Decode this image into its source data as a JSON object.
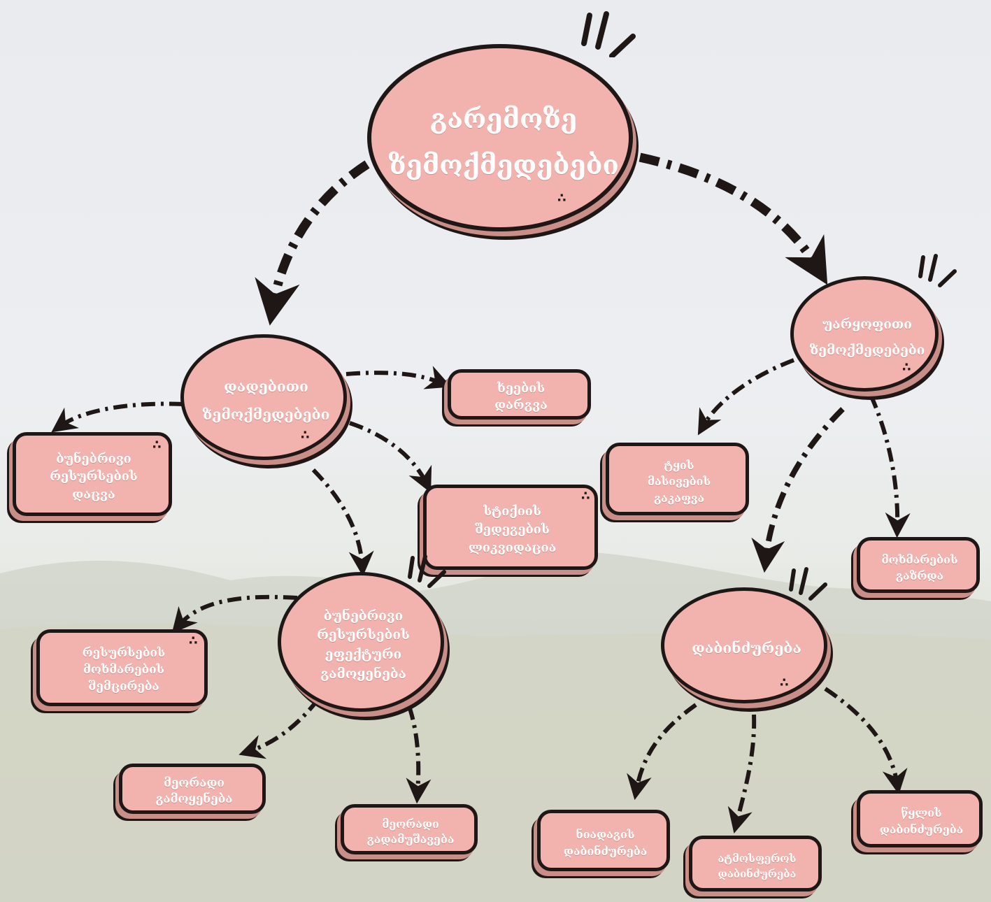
{
  "diagram": {
    "root": "გარემოზე\nზემოქმედებები",
    "positive": "დადებითი\nზემოქმედებები",
    "negative": "უარყოფითი\nზემოქმედებები",
    "tree_planting": "ხეების\nდარგვა",
    "nature_protection": "ბუნებრივი\nრესურსების\nდაცვა",
    "disaster_liquidation": "სტიქიის\nშედეგების\nლიკვიდაცია",
    "efficient_use": "ბუნებრივი\nრესურსების\nეფექტური\nგამოყენება",
    "consumption_reduction": "რესურსების\nმოხმარების\nშემცირება",
    "reuse": "მეორადი\nგამოყენება",
    "recycling": "მეორადი\nგადამუშავება",
    "deforestation": "ტყის\nმასივების\nგაკაფვა",
    "consumption_growth": "მოხმარების\nგაზრდა",
    "pollution": "დაბინძურება",
    "soil_pollution": "ნიადაგის\nდაბინძურება",
    "air_pollution": "ატმოსფეროს\nდაბინძურება",
    "water_pollution": "წყლის\nდაბინძურება"
  },
  "colors": {
    "node_fill": "#f2b3ae",
    "outline": "#1f1716",
    "text": "#ffffff"
  }
}
